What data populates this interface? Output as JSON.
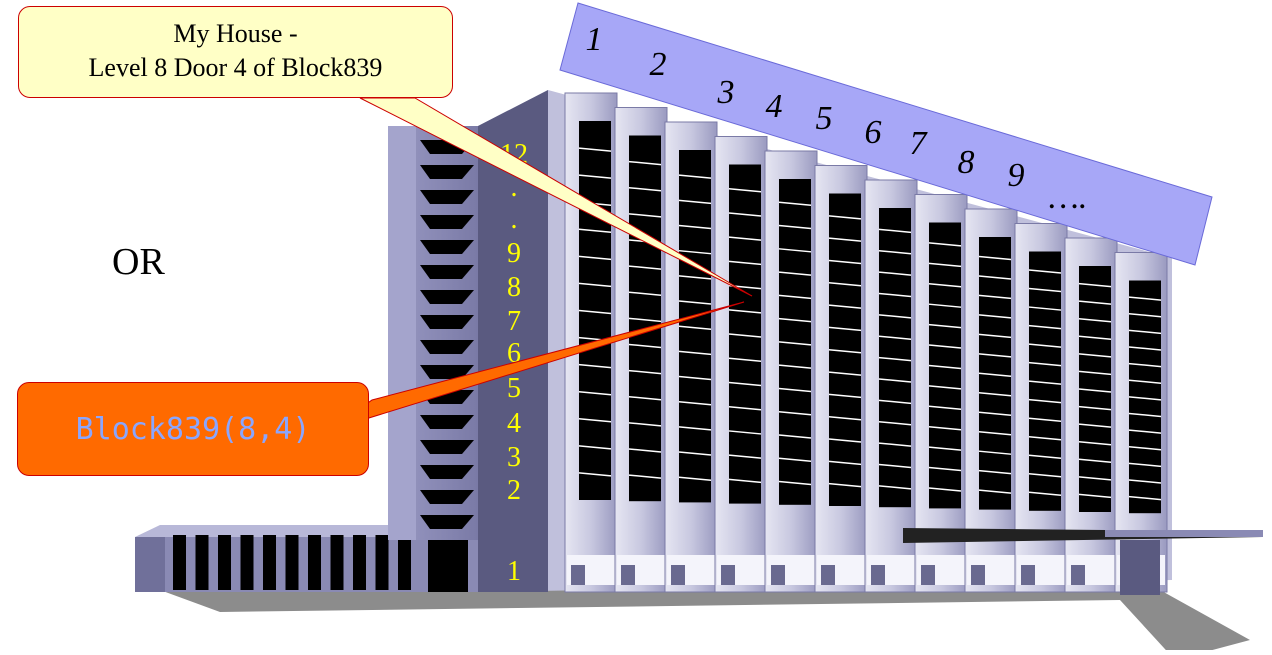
{
  "callouts": {
    "house_label_line1": "My House -",
    "house_label_line2": "Level 8 Door 4 of Block839",
    "tuple_label": "Block839(8,4)"
  },
  "or_label": "OR",
  "door_numbers": [
    "1",
    "2",
    "3",
    "4",
    "5",
    "6",
    "7",
    "8",
    "9",
    "…."
  ],
  "floor_numbers": [
    "12",
    ".",
    ".",
    "9",
    "8",
    "7",
    "6",
    "5",
    "4",
    "3",
    "2",
    "1"
  ],
  "colors": {
    "door_banner": "#a7a7f7",
    "house_callout": "#ffffc6",
    "tuple_callout": "#ff6a00",
    "tuple_text": "#8aa6ff",
    "floor_numbers": "#ffff00",
    "building": "#8a8ab4",
    "building_dark": "#5a5a80"
  }
}
